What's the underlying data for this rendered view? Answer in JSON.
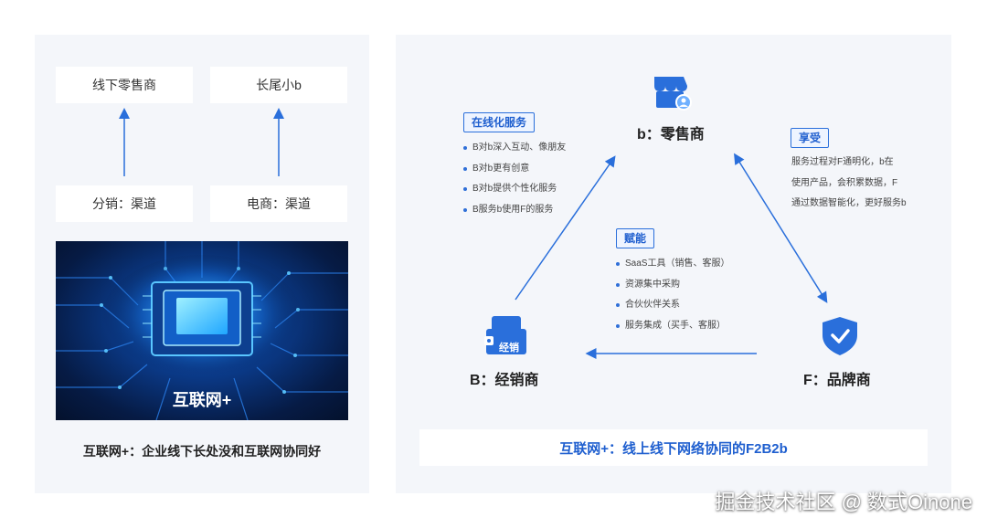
{
  "left": {
    "top_boxes": [
      "线下零售商",
      "长尾小b"
    ],
    "channel_boxes": [
      "分销：渠道",
      "电商：渠道"
    ],
    "image_label": "互联网+",
    "caption": "互联网+：企业线下长处没和互联网协同好"
  },
  "right": {
    "nodes": {
      "retailer": "b：零售商",
      "distributor": "B：经销商",
      "brand": "F：品牌商",
      "distributor_badge": "经销"
    },
    "online_service": {
      "tag": "在线化服务",
      "items": [
        "B对b深入互动、像朋友",
        "B对b更有创意",
        "B对b提供个性化服务",
        "B服务b使用F的服务"
      ]
    },
    "enjoy": {
      "tag": "享受",
      "text": [
        "服务过程对F通明化，b在",
        "使用产品，会积累数据，F",
        "通过数据智能化，更好服务b"
      ]
    },
    "empower": {
      "tag": "赋能",
      "items": [
        "SaaS工具（销售、客服）",
        "资源集中采购",
        "合伙伙伴关系",
        "服务集成（买手、客服）"
      ]
    },
    "bottom_caption": "互联网+：线上线下网络协同的F2B2b"
  },
  "watermark": "掘金技术社区 @ 数式Oinone",
  "colors": {
    "accent": "#2a6fdb",
    "panel_bg": "#f4f6fa",
    "chip_glow": "#33c8ff"
  }
}
